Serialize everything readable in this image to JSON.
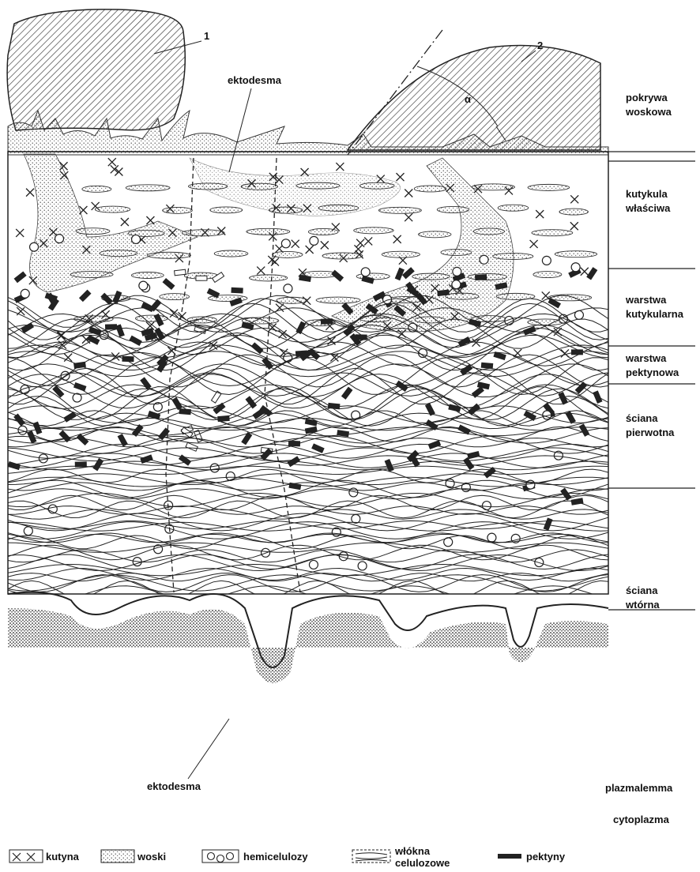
{
  "callouts": {
    "one": "1",
    "two": "2",
    "alpha": "α",
    "ektodesma_top": "ektodesma",
    "ektodesma_bottom": "ektodesma"
  },
  "layers": [
    {
      "line1": "pokrywa",
      "line2": "woskowa"
    },
    {
      "line1": "kutykula",
      "line2": "właściwa"
    },
    {
      "line1": "warstwa",
      "line2": "kutykularna"
    },
    {
      "line1": "warstwa",
      "line2": "pektynowa"
    },
    {
      "line1": "ściana",
      "line2": "pierwotna"
    },
    {
      "line1": "ściana",
      "line2": "wtórna"
    },
    {
      "line1": "plazmalemma",
      "line2": ""
    },
    {
      "line1": "cytoplazma",
      "line2": ""
    }
  ],
  "legend": {
    "kutyna": "kutyna",
    "woski": "woski",
    "hemicelulozy": "hemicelulozy",
    "wlokna_1": "włókna",
    "wlokna_2": "celulozowe",
    "pektyny": "pektyny"
  }
}
